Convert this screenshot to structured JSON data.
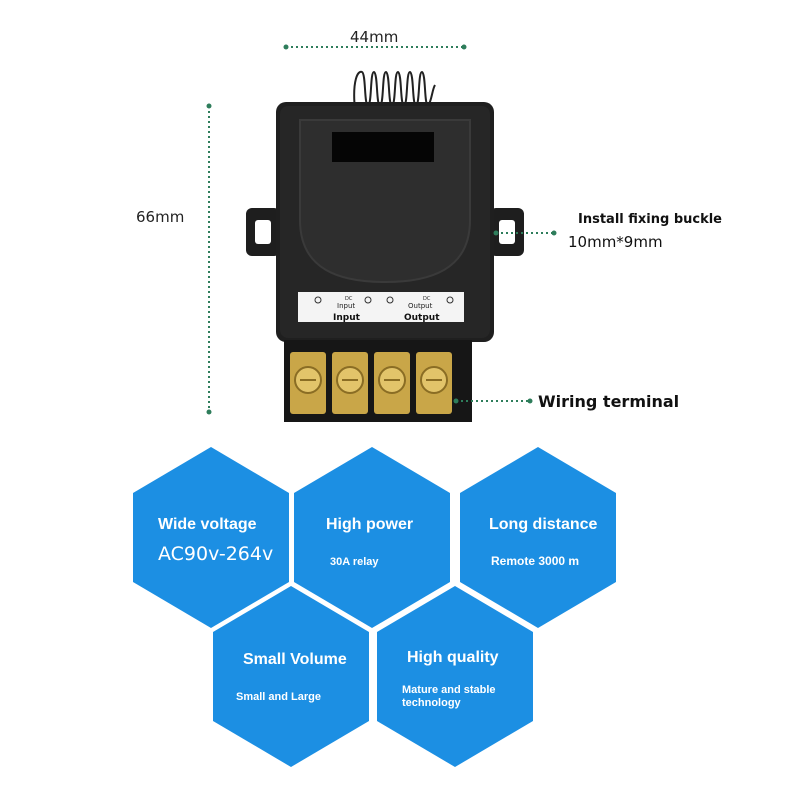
{
  "dimensions": {
    "width_label": "44mm",
    "height_label": "66mm"
  },
  "callouts": {
    "buckle_title": "Install fixing buckle",
    "buckle_size": "10mm*9mm",
    "terminal": "Wiring terminal"
  },
  "device": {
    "label_dc_left": "DC",
    "label_input_top": "Input",
    "label_input": "Input",
    "label_dc_right": "DC",
    "label_output_top": "Output",
    "label_output": "Output"
  },
  "colors": {
    "hex_fill": "#1c8fe3",
    "dotted_line": "#2e7d5b",
    "device_body": "#1f1f1f",
    "terminal_brass": "#c9a648"
  },
  "features": [
    {
      "title": "Wide voltage",
      "subtitle": "AC90v-264v"
    },
    {
      "title": "High power",
      "subtitle": "30A relay"
    },
    {
      "title": "Long distance",
      "subtitle": "Remote 3000 m"
    },
    {
      "title": "Small Volume",
      "subtitle": "Small and Large"
    },
    {
      "title": "High quality",
      "subtitle": "Mature and stable technology"
    }
  ]
}
